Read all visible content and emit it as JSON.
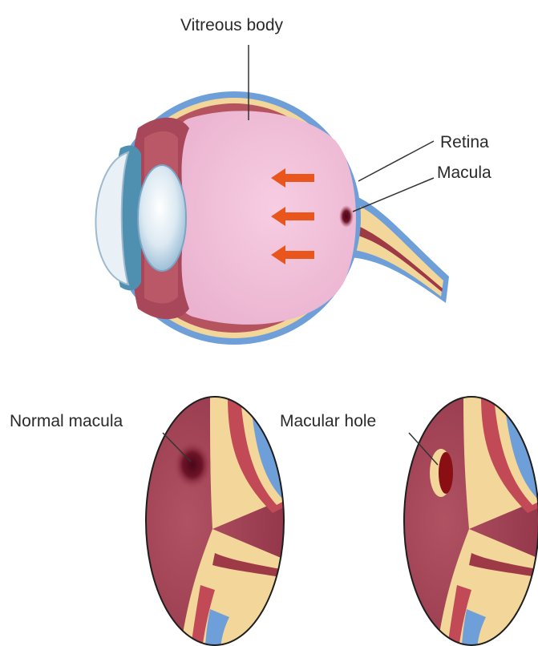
{
  "labels": {
    "vitreous_body": "Vitreous body",
    "retina": "Retina",
    "macula": "Macula",
    "normal_macula": "Normal macula",
    "macular_hole": "Macular hole"
  },
  "colors": {
    "sclera": "#6f9fd8",
    "choroid": "#b5545f",
    "retina": "#f3d79a",
    "vitreous": "#f2bfd8",
    "tissue": "#a9475a",
    "macula_spot": "#5e0f24",
    "arrow": "#e8561d",
    "cornea": "#e9f1f7",
    "lens": "#cfe3ef"
  }
}
